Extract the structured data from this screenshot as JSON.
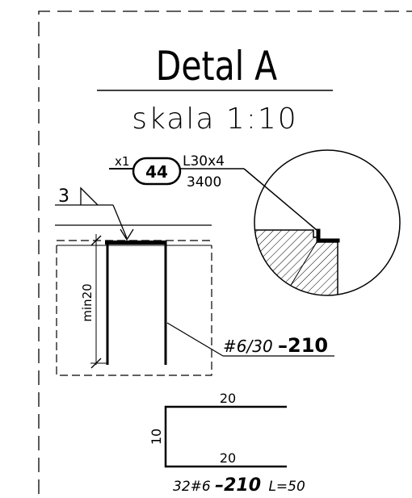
{
  "title": "Detal A",
  "scale_label": "skala  1:10",
  "bar_tag": {
    "quantity": "x1",
    "number": "44",
    "section": "L30x4",
    "length": "3400"
  },
  "weld_size": "3",
  "height_dim": "min20",
  "stirrup_callout": {
    "spec": "#6/30",
    "suffix": "–210"
  },
  "bar_shape": {
    "top_dim": "20",
    "side_dim": "10",
    "bottom_dim": "20",
    "spec": "32#6",
    "suffix": "–210",
    "length": "L=50"
  }
}
